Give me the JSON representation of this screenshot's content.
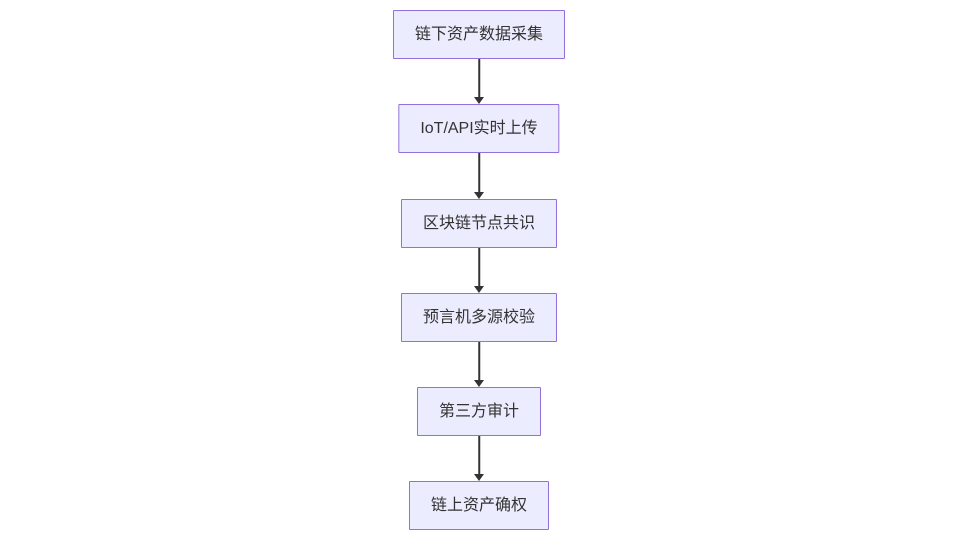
{
  "diagram": {
    "type": "flowchart",
    "direction": "top-down",
    "nodes": [
      {
        "id": "A",
        "label": "链下资产数据采集"
      },
      {
        "id": "B",
        "label": "IoT/API实时上传"
      },
      {
        "id": "C",
        "label": "区块链节点共识"
      },
      {
        "id": "D",
        "label": "预言机多源校验"
      },
      {
        "id": "E",
        "label": "第三方审计"
      },
      {
        "id": "F",
        "label": "链上资产确权"
      }
    ],
    "edges": [
      {
        "from": "A",
        "to": "B",
        "style": "arrow-down"
      },
      {
        "from": "B",
        "to": "C",
        "style": "arrow-down"
      },
      {
        "from": "C",
        "to": "D",
        "style": "arrow-down"
      },
      {
        "from": "D",
        "to": "E",
        "style": "arrow-down"
      },
      {
        "from": "E",
        "to": "F",
        "style": "arrow-down"
      }
    ],
    "colors": {
      "node_fill": "#ECECFF",
      "node_border": "#9370DB",
      "node_text": "#333333",
      "edge": "#333333",
      "background": "#FFFFFF"
    }
  }
}
